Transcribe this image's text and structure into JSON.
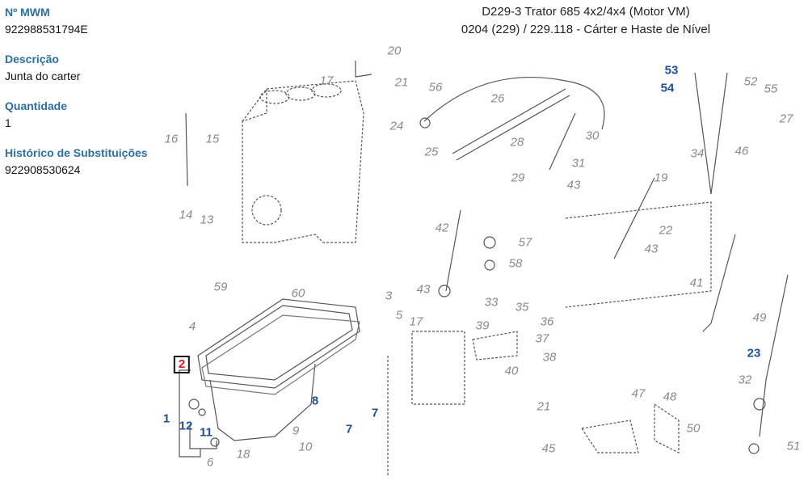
{
  "info": {
    "mwm_label": "Nº MWM",
    "mwm_value": "922988531794E",
    "desc_label": "Descrição",
    "desc_value": "Junta do carter",
    "qty_label": "Quantidade",
    "qty_value": "1",
    "hist_label": "Histórico de Substituições",
    "hist_value": "922908530624"
  },
  "header": {
    "line1": "D229-3 Trator 685 4x2/4x4 (Motor VM)",
    "line2": "0204 (229)  /  229.118 - Cárter e Haste de Nível"
  },
  "colors": {
    "label": "#2a6fa8",
    "callout_blue": "#1d4f9a",
    "selected": "#e0141a"
  },
  "callouts_gray": [
    "20",
    "17",
    "21",
    "16",
    "15",
    "14",
    "13",
    "56",
    "26",
    "24",
    "30",
    "25",
    "28",
    "31",
    "29",
    "43",
    "19",
    "22",
    "42",
    "57",
    "58",
    "43",
    "41",
    "59",
    "60",
    "3",
    "5",
    "43",
    "33",
    "35",
    "36",
    "39",
    "17",
    "37",
    "38",
    "40",
    "21",
    "4",
    "49",
    "32",
    "47",
    "48",
    "50",
    "45",
    "51",
    "6",
    "18",
    "10",
    "9",
    "27",
    "52",
    "55",
    "34",
    "46"
  ],
  "callouts_blue": [
    "53",
    "54",
    "23",
    "1",
    "12",
    "11",
    "8",
    "7",
    "7"
  ],
  "callout_selected": "2"
}
